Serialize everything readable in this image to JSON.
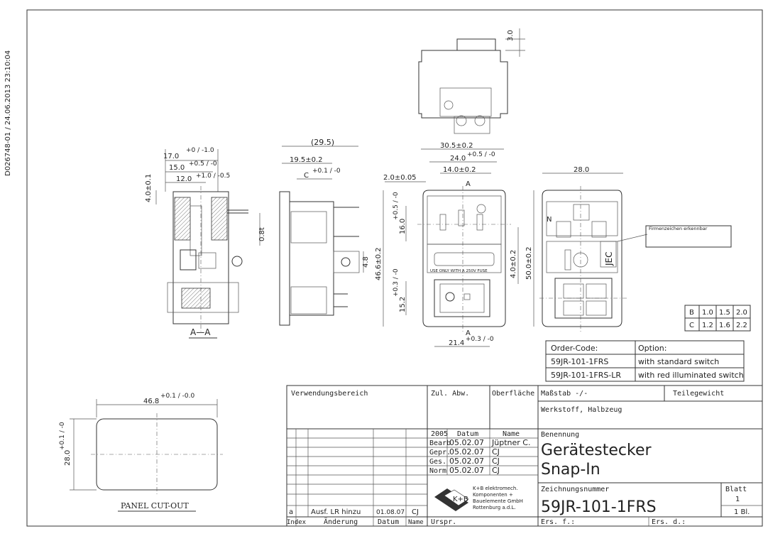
{
  "side_stamp": "D026748-01  /  24.06.2013 23:10:04",
  "dimensions": {
    "top_height": "3.0",
    "overall_width_paren": "(29.5)",
    "d17": "17.0",
    "d17_tol": "+0 / -1.0",
    "d15": "15.0",
    "d15_tol": "+0.5 / -0",
    "d12": "12.0",
    "d12_tol": "+1.0 / -0.5",
    "d4": "4.0±0.1",
    "d08": "0.8t",
    "d195": "19.5±0.2",
    "dC": "C",
    "dC_tol": "+0.1 / -0",
    "d305": "30.5±0.2",
    "d24": "24.0",
    "d24_tol": "+0.5 / -0",
    "d14": "14.0±0.2",
    "d2": "2.0±0.05",
    "d16": "16.0",
    "d16_tol": "+0.5 / -0",
    "d48": "4.8",
    "d466": "46.6±0.2",
    "d40b": "4.0±0.2",
    "d50": "50.0±0.2",
    "d152": "15.2",
    "d152_tol": "+0.3 / -0",
    "d214": "21.4",
    "d214_tol": "+0.3 / -0",
    "d28": "28.0",
    "cutout_w": "46.8",
    "cutout_w_tol": "+0.1 / -0.0",
    "cutout_h": "28.0",
    "cutout_h_tol": "+0.1 / -0"
  },
  "section_label": "A—A",
  "section_mark": "A",
  "panel_label": "PANEL CUT-OUT",
  "fuse_text": "USE ONLY WITH A 250V FUSE",
  "jec_text": "JEC",
  "manufacturer_mark": "Firmenzeichen erkennbar",
  "bc_table": {
    "rows": [
      [
        "B",
        "1.0",
        "1.5",
        "2.0"
      ],
      [
        "C",
        "1.2",
        "1.6",
        "2.2"
      ]
    ]
  },
  "order_table": {
    "header": [
      "Order-Code:",
      "Option:"
    ],
    "rows": [
      [
        "59JR-101-1FRS",
        "with standard switch"
      ],
      [
        "59JR-101-1FRS-LR",
        "with red illuminated switch"
      ]
    ]
  },
  "title_block": {
    "verwendungsbereich": "Verwendungsbereich",
    "zul_abw": "Zul. Abw.",
    "oberflaeche": "Oberfläche",
    "massstab": "Maßstab  -/-",
    "teilegewicht": "Teilegewicht",
    "werkstoff": "Werkstoff, Halbzeug",
    "year": "2005",
    "datum": "Datum",
    "name": "Name",
    "rows": [
      [
        "Bearb",
        "05.02.07",
        "Jüptner C."
      ],
      [
        "Gepr.",
        "05.02.07",
        "CJ"
      ],
      [
        "Ges.",
        "05.02.07",
        "CJ"
      ],
      [
        "Norm",
        "05.02.07",
        "CJ"
      ]
    ],
    "benennung": "Benennung",
    "title1": "Gerätestecker",
    "title2": "Snap-In",
    "company_lines": [
      "K+B elektromech.",
      "Komponenten +",
      "Bauelemente GmbH",
      "Rottenburg  a.d.L."
    ],
    "logo_text": "K+B",
    "zeichnungsnummer": "Zeichnungsnummer",
    "drawing_number": "59JR-101-1FRS",
    "blatt": "Blatt",
    "blatt_num": "1",
    "blatt_total": "1  Bl.",
    "rev_index": "a",
    "rev_text": "Ausf. LR hinzu",
    "rev_date": "01.08.07",
    "rev_name": "CJ",
    "index": "Index",
    "aenderung": "Änderung",
    "datum2": "Datum",
    "name2": "Name",
    "urspr": "Urspr.",
    "ers_f": "Ers. f.:",
    "ers_d": "Ers. d.:"
  }
}
